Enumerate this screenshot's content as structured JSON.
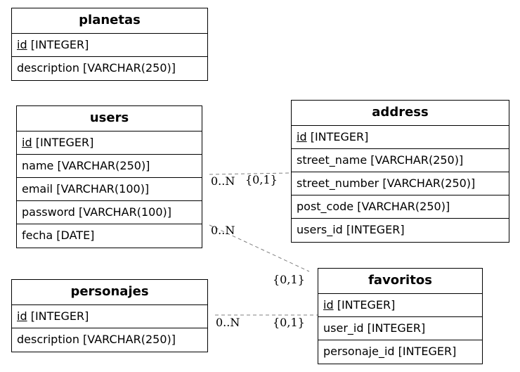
{
  "entities": {
    "planetas": {
      "title": "planetas",
      "fields": [
        {
          "pk": "id",
          "rest": " [INTEGER]"
        },
        {
          "text": "description [VARCHAR(250)]"
        }
      ]
    },
    "users": {
      "title": "users",
      "fields": [
        {
          "pk": "id",
          "rest": " [INTEGER]"
        },
        {
          "text": "name [VARCHAR(250)]"
        },
        {
          "text": "email [VARCHAR(100)]"
        },
        {
          "text": "password [VARCHAR(100)]"
        },
        {
          "text": "fecha [DATE]"
        }
      ]
    },
    "address": {
      "title": "address",
      "fields": [
        {
          "pk": "id",
          "rest": " [INTEGER]"
        },
        {
          "text": "street_name [VARCHAR(250)]"
        },
        {
          "text": "street_number [VARCHAR(250)]"
        },
        {
          "text": "post_code [VARCHAR(250)]"
        },
        {
          "text": "users_id [INTEGER]"
        }
      ]
    },
    "personajes": {
      "title": "personajes",
      "fields": [
        {
          "pk": "id",
          "rest": " [INTEGER]"
        },
        {
          "text": "description [VARCHAR(250)]"
        }
      ]
    },
    "favoritos": {
      "title": "favoritos",
      "fields": [
        {
          "pk": "id",
          "rest": " [INTEGER]"
        },
        {
          "text": "user_id [INTEGER]"
        },
        {
          "text": "personaje_id [INTEGER]"
        }
      ]
    }
  },
  "relations": {
    "users_address": {
      "from_label": "0..N",
      "to_label": "{0,1}"
    },
    "users_favoritos": {
      "from_label": "0..N",
      "to_label": "{0,1}"
    },
    "personajes_favoritos": {
      "from_label": "0..N",
      "to_label": "{0,1}"
    }
  },
  "colors": {
    "edge": "#808080",
    "border": "#000000"
  }
}
